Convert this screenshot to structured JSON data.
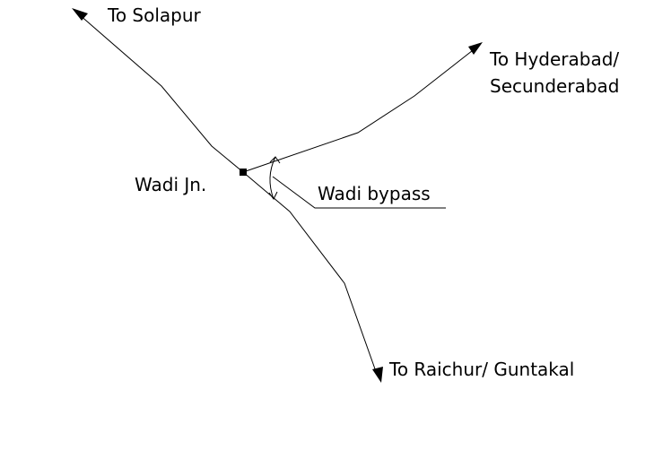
{
  "labels": {
    "solapur": "To Solapur",
    "hyderabad_line1": "To Hyderabad/",
    "hyderabad_line2": "Secunderabad",
    "wadi": "Wadi Jn.",
    "bypass": "Wadi bypass",
    "raichur": "To Raichur/ Guntakal"
  },
  "colors": {
    "line": "#000000",
    "background": "#ffffff"
  }
}
